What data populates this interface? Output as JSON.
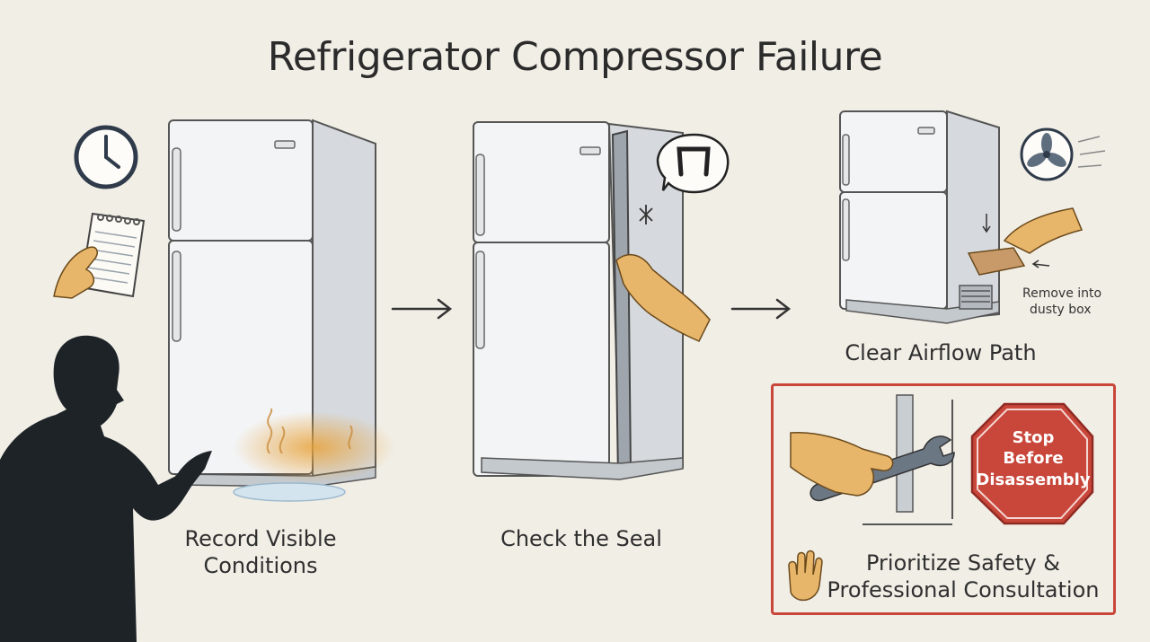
{
  "title": "Refrigerator Compressor Failure",
  "steps": [
    {
      "label_line1": "Record Visible",
      "label_line2": "Conditions"
    },
    {
      "label_line1": "Check the Seal"
    },
    {
      "label_line1": "Clear Airflow Path",
      "callout_line1": "Remove into",
      "callout_line2": "dusty box"
    }
  ],
  "safety": {
    "stop_line1": "Stop",
    "stop_line2": "Before",
    "stop_line3": "Disassembly",
    "label_line1": "Prioritize Safety &",
    "label_line2": "Professional Consultation"
  },
  "colors": {
    "background": "#f1eee6",
    "accent_red": "#c8463a",
    "skin": "#e7b66a",
    "fridge_body": "#f3f4f5",
    "fridge_side": "#d6dade",
    "silhouette": "#1e2328"
  },
  "icons": [
    "clock-icon",
    "notepad-icon",
    "person-silhouette",
    "fan-icon",
    "wrench-icon",
    "stop-sign-icon",
    "hand-stop-icon"
  ]
}
